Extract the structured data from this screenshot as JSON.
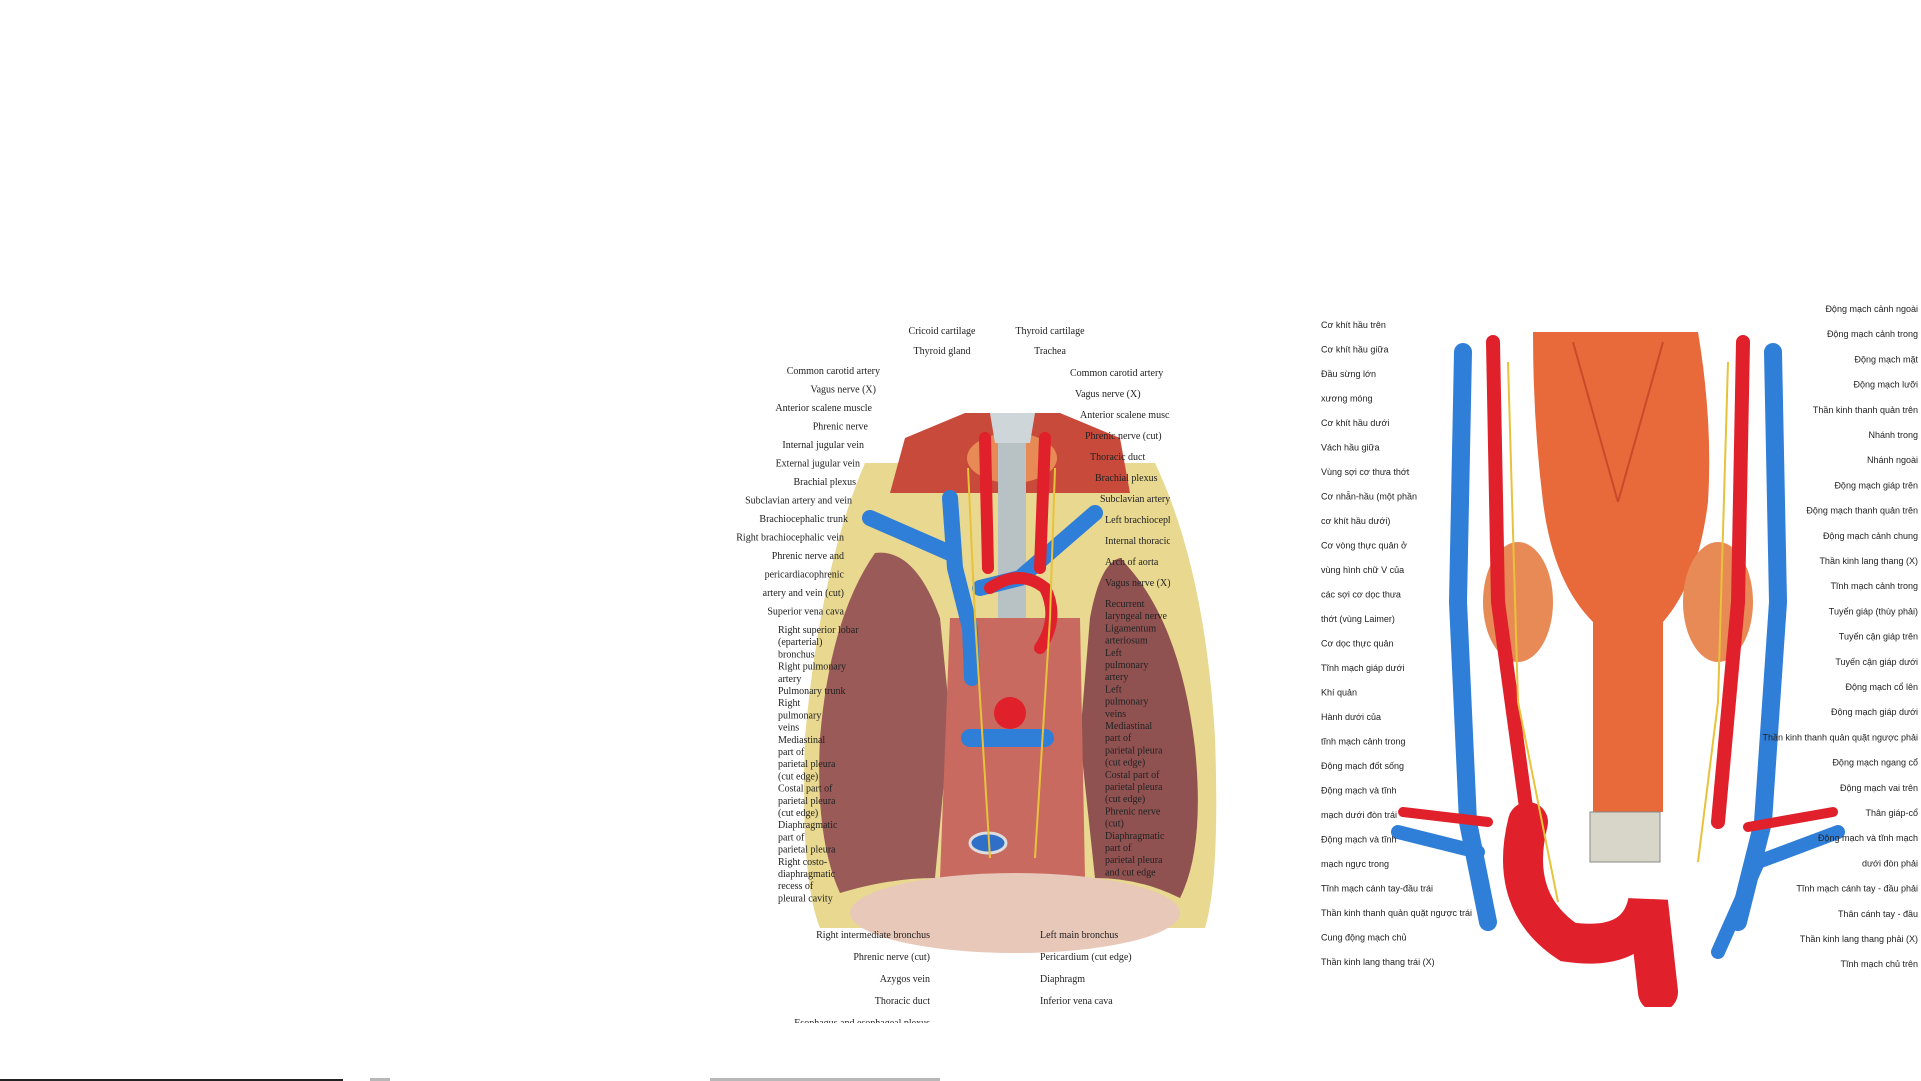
{
  "left_figure": {
    "labels_top": [
      "Cricoid cartilage",
      "Thyroid cartilage",
      "Thyroid gland",
      "Trachea"
    ],
    "labels_left": [
      "Common carotid artery",
      "Vagus nerve (X)",
      "Anterior scalene muscle",
      "Phrenic nerve",
      "Internal jugular vein",
      "External jugular vein",
      "Brachial plexus",
      "Subclavian artery and vein",
      "Brachiocephalic trunk",
      "Right brachiocephalic vein",
      "Phrenic nerve and",
      "pericardiacophrenic",
      "artery and vein (cut)",
      "Superior vena cava",
      "Right superior lobar",
      "(eparterial)",
      "bronchus",
      "Right pulmonary",
      "artery",
      "Pulmonary trunk",
      "Right",
      "pulmonary",
      "veins",
      "Mediastinal",
      "part of",
      "parietal pleura",
      "(cut edge)",
      "Costal part of",
      "parietal pleura",
      "(cut edge)",
      "Diaphragmatic",
      "part of",
      "parietal pleura",
      "Right costo-",
      "diaphragmatic",
      "recess of",
      "pleural cavity"
    ],
    "labels_right": [
      "Common carotid artery",
      "Vagus nerve (X)",
      "Anterior scalene muscle",
      "Phrenic nerve (cut)",
      "Thoracic duct",
      "Brachial plexus",
      "Subclavian artery and vein",
      "Left brachiocephalic vein",
      "Internal thoracic artery",
      "Arch of aorta",
      "Vagus nerve (X)",
      "Recurrent",
      "laryngeal nerve",
      "Ligamentum",
      "arteriosum",
      "Left",
      "pulmonary",
      "artery",
      "Left",
      "pulmonary",
      "veins",
      "Mediastinal",
      "part of",
      "parietal pleura",
      "(cut edge)",
      "Costal part of",
      "parietal pleura",
      "(cut edge)",
      "Phrenic nerve",
      "(cut)",
      "Diaphragmatic",
      "part of",
      "parietal pleura",
      "and cut edge"
    ],
    "labels_bottom": [
      "Right intermediate bronchus",
      "Left main bronchus",
      "Phrenic nerve (cut)",
      "Pericardium (cut edge)",
      "Azygos vein",
      "Diaphragm",
      "Thoracic duct",
      "Inferior vena cava",
      "Esophagus and esophageal plexus"
    ]
  },
  "right_figure": {
    "labels_left": [
      "Cơ khít hầu trên",
      "Cơ khít hầu giữa",
      "Đầu sừng lớn",
      "xương móng",
      "Cơ khít hầu dưới",
      "Vách hầu giữa",
      "Vùng sợi cơ thưa thớt",
      "Cơ nhẫn-hầu (một phần",
      "cơ khít hầu dưới)",
      "Cơ vòng thực quản ở",
      "vùng hình chữ V của",
      "các sợi cơ dọc thưa",
      "thớt (vùng Laimer)",
      "Cơ dọc thực quản",
      "Tĩnh mạch giáp dưới",
      "Khí quản",
      "Hành dưới của",
      "tĩnh mạch cảnh trong",
      "Động mạch đốt sống",
      "Động mạch và tĩnh",
      "mạch dưới đòn trái",
      "Động mạch và tĩnh",
      "mạch ngực trong",
      "Tĩnh mạch cánh tay-đầu trái",
      "Thần kinh thanh quản quặt ngược trái",
      "Cung động mạch chủ",
      "Thần kinh lang thang trái (X)"
    ],
    "labels_right": [
      "Động mạch cảnh ngoài",
      "Động mạch cảnh trong",
      "Động mạch mặt",
      "Động mạch lưỡi",
      "Thần kinh thanh quản trên",
      "Nhánh trong",
      "Nhánh ngoài",
      "Động mạch giáp trên",
      "Động mạch thanh quản trên",
      "Động mạch cảnh chung",
      "Thần kinh lang thang (X)",
      "Tĩnh mạch cảnh trong",
      "Tuyến giáp (thùy phải)",
      "Tuyến cận giáp trên",
      "Tuyến cận giáp dưới",
      "Động mạch cổ lên",
      "Động mạch giáp dưới",
      "Thần kinh thanh quản quặt ngược phải",
      "Động mạch ngang cổ",
      "Động mạch vai trên",
      "Thân giáp-cổ",
      "Động mạch và tĩnh mạch",
      "dưới đòn phải",
      "Tĩnh mạch cánh tay - đầu phải",
      "Thân cánh tay - đầu",
      "Thần kinh lang thang phải (X)",
      "Tĩnh mạch chủ trên"
    ]
  },
  "colors": {
    "artery": "#e0202a",
    "vein": "#2f7fd8",
    "lung": "#9a5a58",
    "muscle": "#e86a3a",
    "nerve": "#e8c23a",
    "thyroid": "#e88a55",
    "label": "#222222"
  }
}
